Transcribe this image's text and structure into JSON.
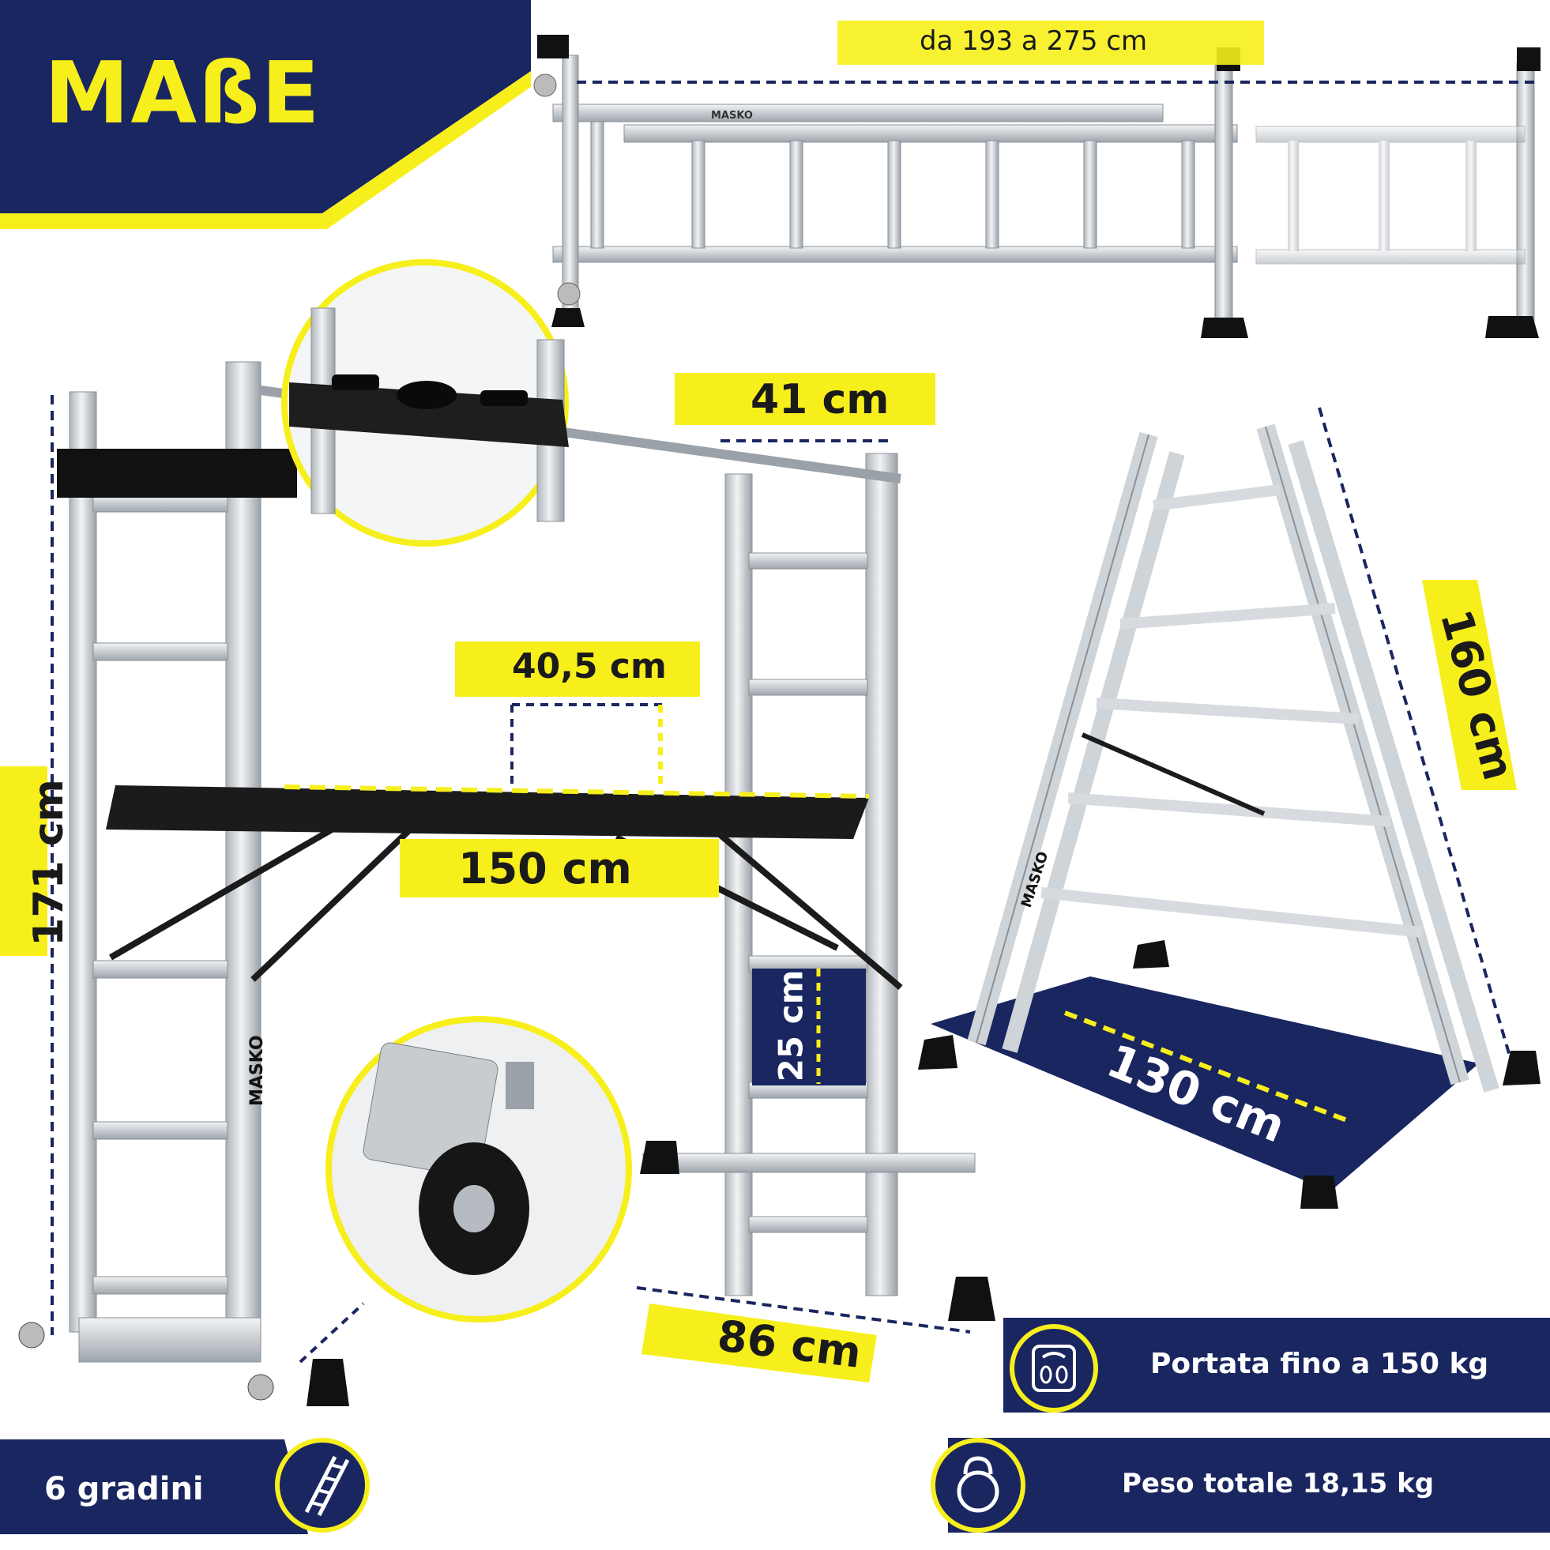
{
  "title": "MAßE",
  "dimensions": {
    "extension": "da 193 a 275 cm",
    "tray_width": "41 cm",
    "platform_depth": "40,5 cm",
    "platform_length": "150 cm",
    "height": "171 cm",
    "rung_spacing": "25 cm",
    "base_width": "86 cm",
    "a_frame_height": "160 cm",
    "a_frame_spread": "130 cm"
  },
  "brand": "MASKO",
  "features": {
    "capacity": "Portata fino a 150 kg",
    "weight": "Peso totale 18,15 kg",
    "steps": "6 gradini"
  },
  "icons": [
    "scale-icon",
    "kettlebell-icon",
    "ladder-icon"
  ],
  "colors": {
    "navy": "#1a2660",
    "yellow": "#f7ef1c",
    "aluminium": "#d4d8dc"
  }
}
